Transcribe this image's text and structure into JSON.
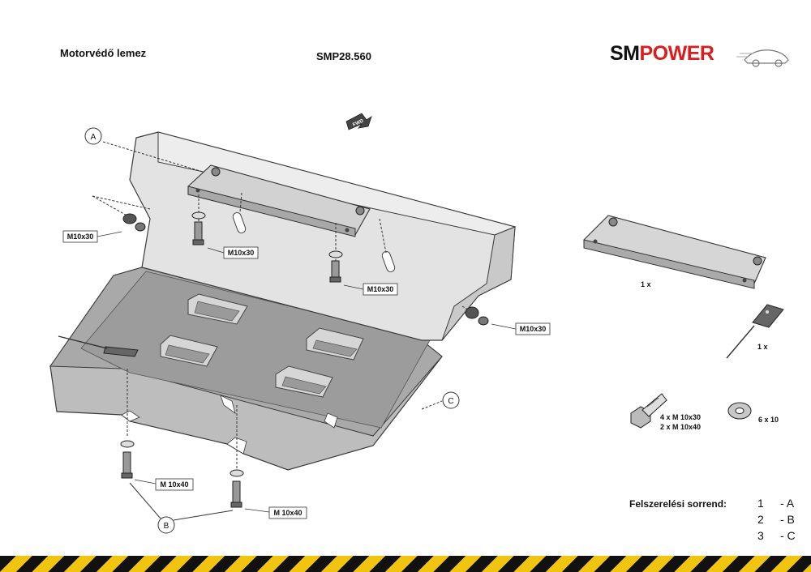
{
  "header": {
    "product_name": "Motorvédő lemez",
    "product_code": "SMP28.560",
    "logo": {
      "part1": "SM",
      "part2": "POWER",
      "brand_colors": {
        "sm": "#111111",
        "power": "#d81e1e"
      }
    }
  },
  "direction_marker": {
    "text": "FWD",
    "icon": "arrow-icon"
  },
  "callouts": {
    "a": "A",
    "b": "B",
    "c": "C"
  },
  "bolt_labels": {
    "left_m10x30": "M10x30",
    "bracket_left_m10x30": "M10x30",
    "bracket_right_m10x30": "M10x30",
    "right_m10x30": "M10x30",
    "front_left_m10x40": "M 10x40",
    "front_right_m10x40": "M 10x40"
  },
  "parts_kit": {
    "bracket_qty": "1 x",
    "plate_qty": "1 x",
    "bolts_line1": "4 x  M 10x30",
    "bolts_line2": "2 x  M 10x40",
    "washer": "6  x   10"
  },
  "sequence": {
    "title": "Felszerelési sorrend:",
    "rows": [
      {
        "num": "1",
        "part": "- A"
      },
      {
        "num": "2",
        "part": "- B"
      },
      {
        "num": "3",
        "part": "- C"
      }
    ]
  },
  "colors": {
    "plate_light": "#e3e3e3",
    "plate_dark": "#a9a9a9",
    "outline": "#3a3a3a",
    "hazard_yellow": "#f1c40f",
    "hazard_black": "#111111"
  }
}
